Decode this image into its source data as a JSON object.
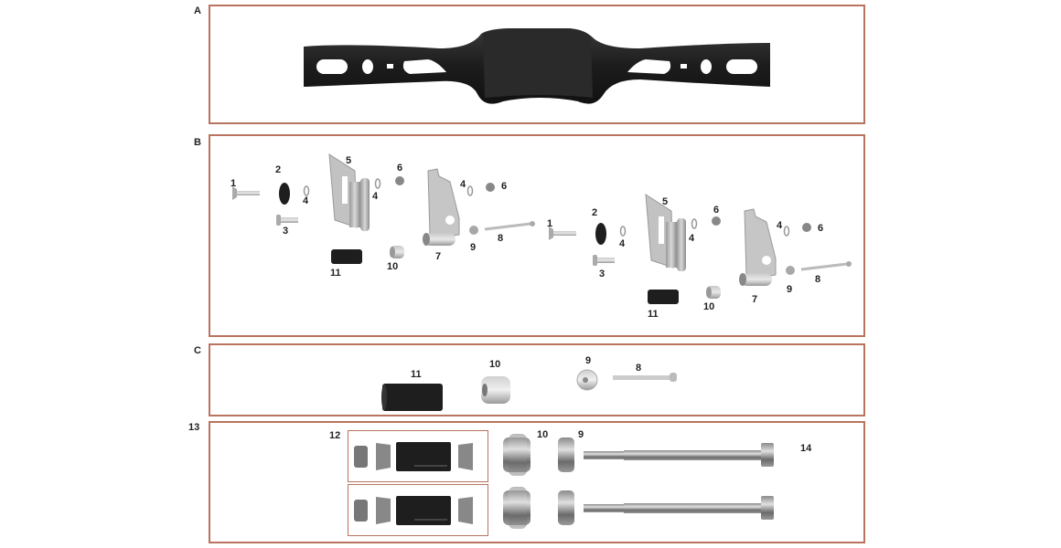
{
  "colors": {
    "border": "#b9735e",
    "label": "#222222",
    "metal": "#b8b8b8",
    "metal_dark": "#8a8a8a",
    "black_part": "#1e1e1e"
  },
  "sections": {
    "A": {
      "label": "A",
      "description": "black molded bridge / handlebar crossbar"
    },
    "B": {
      "label": "B",
      "left_group": {
        "labels": [
          "1",
          "2",
          "3",
          "4",
          "5",
          "4",
          "6",
          "7",
          "4",
          "6",
          "9",
          "8",
          "11",
          "10"
        ]
      },
      "right_group": {
        "labels": [
          "1",
          "2",
          "3",
          "4",
          "5",
          "4",
          "6",
          "7",
          "4",
          "6",
          "9",
          "8",
          "11",
          "10"
        ]
      }
    },
    "C": {
      "label": "C",
      "parts": [
        "11",
        "10",
        "9",
        "8"
      ]
    },
    "D": {
      "label": "13",
      "kit_label": "12",
      "parts": [
        "10",
        "9",
        "14"
      ]
    }
  },
  "callouts": {
    "b1": "1",
    "b2": "2",
    "b3": "3",
    "b4a": "4",
    "b5": "5",
    "b4b": "4",
    "b6a": "6",
    "b7": "7",
    "b4c": "4",
    "b6b": "6",
    "b9": "9",
    "b8": "8",
    "b11": "11",
    "b10": "10",
    "r1": "1",
    "r2": "2",
    "r3": "3",
    "r4a": "4",
    "r5": "5",
    "r4b": "4",
    "r6a": "6",
    "r7": "7",
    "r4c": "4",
    "r6b": "6",
    "r9": "9",
    "r8": "8",
    "r11": "11",
    "r10": "10",
    "c11": "11",
    "c10": "10",
    "c9": "9",
    "c8": "8",
    "d12": "12",
    "d10": "10",
    "d9": "9",
    "d14": "14"
  }
}
